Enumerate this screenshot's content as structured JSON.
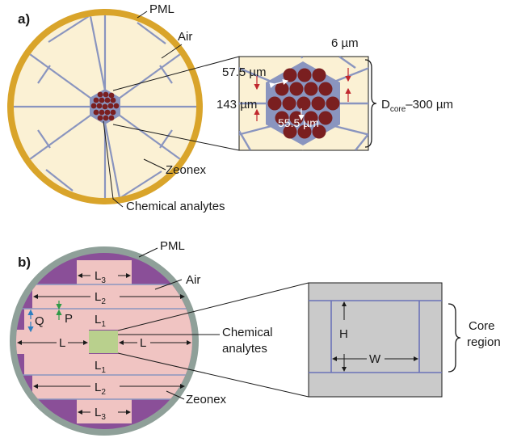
{
  "panel_a": {
    "label": "a)",
    "pml": "PML",
    "air": "Air",
    "zeonex": "Zeonex",
    "chemical": "Chemical analytes",
    "dim_6": "6 µm",
    "dim_57": "57.5 µm",
    "dim_143": "143 µm",
    "dim_555": "55.5 µm",
    "dcore_main": "D",
    "dcore_sub": "core",
    "dcore_rest": "–300 µm"
  },
  "panel_b": {
    "label": "b)",
    "pml": "PML",
    "air": "Air",
    "zeonex": "Zeonex",
    "chemical_line1": "Chemical",
    "chemical_line2": "analytes",
    "L": "L",
    "L1": "L",
    "L1_sub": "1",
    "L2": "L",
    "L2_sub": "2",
    "L3": "L",
    "L3_sub": "3",
    "P": "P",
    "Q": "Q",
    "H": "H",
    "W": "W",
    "core_line1": "Core",
    "core_line2": "region"
  },
  "colors": {
    "pml_a": "#d9a42a",
    "fill_a": "#fbf1d4",
    "strut": "#8a95bf",
    "rod": "#7a1f20",
    "pml_b": "#8fa099",
    "clad_b": "#8a4f98",
    "slab_b": "#f0c4c2",
    "analyte_b": "#b9d08d",
    "zoom_b": "#cacaca",
    "arrow_red": "#c0272d",
    "arrow_green": "#2e9a47",
    "arrow_blue": "#2c7fc1"
  }
}
